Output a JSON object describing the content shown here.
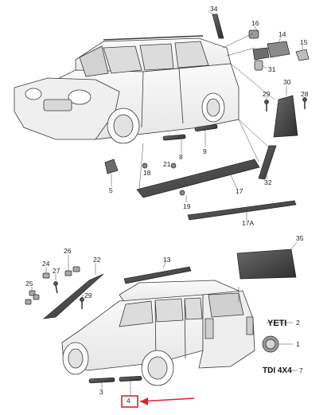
{
  "callouts": {
    "c34": "34",
    "c16": "16",
    "c14": "14",
    "c15": "15",
    "c31": "31",
    "c30": "30",
    "c29": "29",
    "c28": "28",
    "c32": "32",
    "c8": "8",
    "c9": "9",
    "c21": "21",
    "c18": "18",
    "c5": "5",
    "c19": "19",
    "c17": "17",
    "c17a": "17A",
    "c35": "35",
    "c13": "13",
    "c26": "26",
    "c24": "24",
    "c27": "27",
    "c22": "22",
    "c25": "25",
    "c29b": "29",
    "c2": "2",
    "c1": "1",
    "c7": "7",
    "c3": "3",
    "c4": "4"
  },
  "badges": {
    "yeti": "YETI",
    "tdi": "TDI 4X4"
  },
  "colors": {
    "line": "#3a3a3a",
    "car_fill": "#f4f4f4",
    "part_fill": "#4a4a4a",
    "highlight": "#e0202a"
  }
}
